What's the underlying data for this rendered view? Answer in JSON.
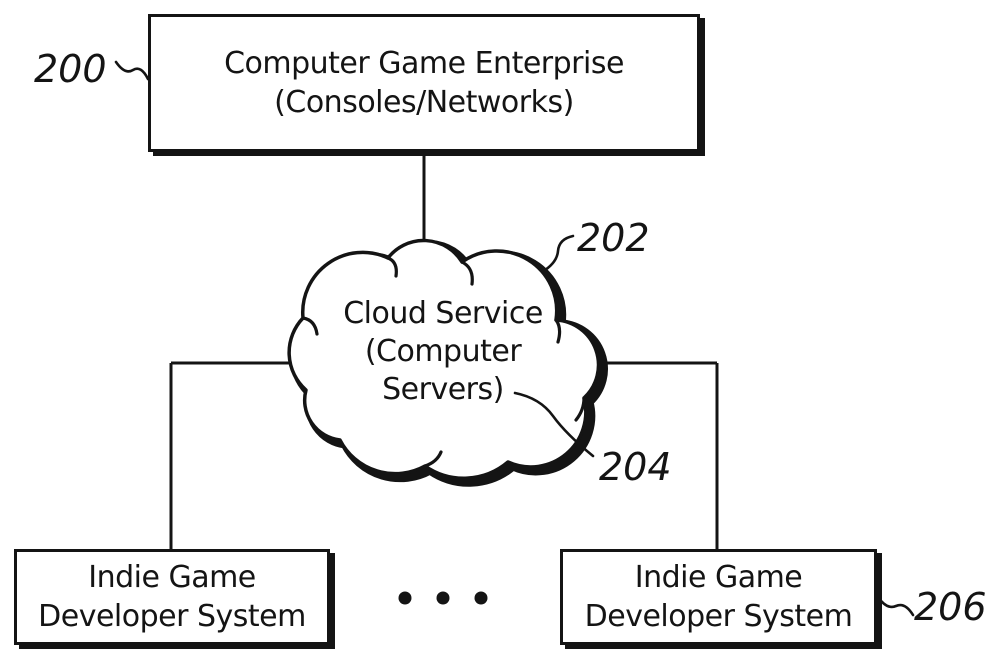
{
  "canvas": {
    "background": "#ffffff",
    "ink": "#141414"
  },
  "nodes": {
    "enterprise": {
      "line1": "Computer Game Enterprise",
      "line2": "(Consoles/Networks)",
      "ref": "200"
    },
    "cloud": {
      "line1": "Cloud Service",
      "line2": "(Computer",
      "line3": "Servers)",
      "ref_upper": "202",
      "ref_lower": "204"
    },
    "indie_left": {
      "line1": "Indie Game",
      "line2": "Developer System"
    },
    "indie_right": {
      "line1": "Indie Game",
      "line2": "Developer System",
      "ref": "206"
    }
  }
}
